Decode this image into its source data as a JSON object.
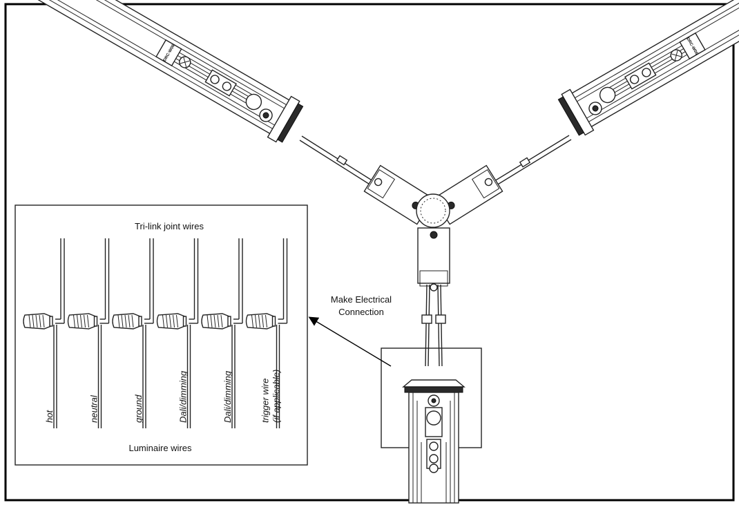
{
  "inset": {
    "top_label": "Tri-link joint wires",
    "bottom_label": "Luminaire wires",
    "wires": [
      {
        "line1": "hot",
        "line2": ""
      },
      {
        "line1": "neutral",
        "line2": ""
      },
      {
        "line1": "ground",
        "line2": ""
      },
      {
        "line1": "Dali/dimming",
        "line2": ""
      },
      {
        "line1": "Dali/dimming",
        "line2": ""
      },
      {
        "line1": "trigger wire",
        "line2": "(if applicable)"
      }
    ]
  },
  "callout": {
    "line1": "Make Electrical",
    "line2": "Connection"
  },
  "fixture_stamp_left": "DRC-W06",
  "fixture_stamp_right": "DRC-W06"
}
